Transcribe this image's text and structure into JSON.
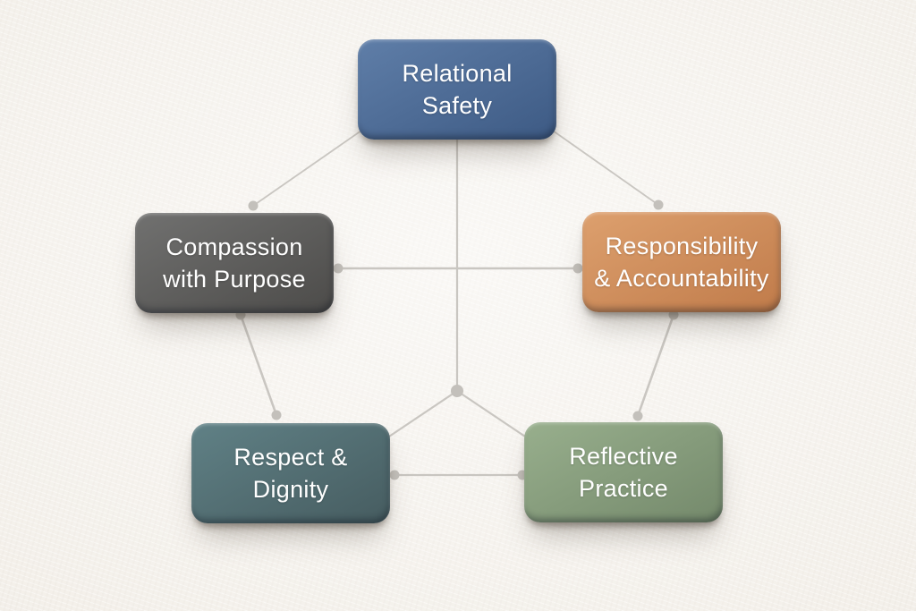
{
  "diagram": {
    "background_color": "#f6f3ee",
    "connector_color": "#c9c6c1",
    "connector_dot_color": "#c3c0bb",
    "nodes": [
      {
        "id": "relational-safety",
        "label": "Relational Safety",
        "lines": [
          "Relational",
          "Safety"
        ],
        "color_top": "#5f7ea8",
        "color_bottom": "#3d5a84",
        "text_color": "#ffffff",
        "position": "top-center"
      },
      {
        "id": "compassion-with-purpose",
        "label": "Compassion with Purpose",
        "lines": [
          "Compassion",
          "with Purpose"
        ],
        "color_top": "#717170",
        "color_bottom": "#4c4b49",
        "text_color": "#ffffff",
        "position": "middle-left"
      },
      {
        "id": "responsibility-accountability",
        "label": "Responsibility & Accountability",
        "lines": [
          "Responsibility",
          "& Accountability"
        ],
        "color_top": "#dda06e",
        "color_bottom": "#c07b4a",
        "text_color": "#ffffff",
        "position": "middle-right"
      },
      {
        "id": "respect-dignity",
        "label": "Respect & Dignity",
        "lines": [
          "Respect &",
          "Dignity"
        ],
        "color_top": "#608186",
        "color_bottom": "#465c60",
        "text_color": "#ffffff",
        "position": "bottom-left"
      },
      {
        "id": "reflective-practice",
        "label": "Reflective Practice",
        "lines": [
          "Reflective",
          "Practice"
        ],
        "color_top": "#98af8d",
        "color_bottom": "#74896b",
        "text_color": "#ffffff",
        "position": "bottom-right"
      }
    ],
    "edges": [
      [
        "relational-safety",
        "compassion-with-purpose"
      ],
      [
        "relational-safety",
        "responsibility-accountability"
      ],
      [
        "compassion-with-purpose",
        "responsibility-accountability"
      ],
      [
        "compassion-with-purpose",
        "respect-dignity"
      ],
      [
        "responsibility-accountability",
        "reflective-practice"
      ],
      [
        "respect-dignity",
        "reflective-practice"
      ],
      [
        "relational-safety",
        "center-hub"
      ],
      [
        "respect-dignity",
        "center-hub"
      ],
      [
        "reflective-practice",
        "center-hub"
      ]
    ]
  }
}
